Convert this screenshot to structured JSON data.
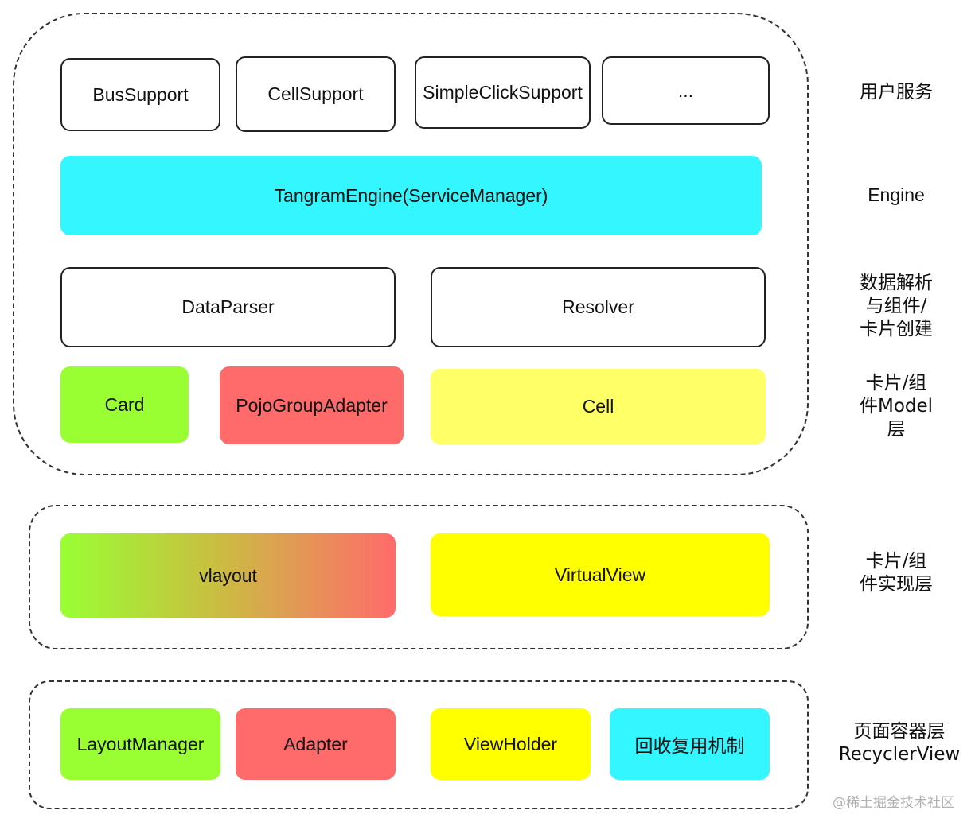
{
  "groups": {
    "tangram": {},
    "implementation": {},
    "container": {}
  },
  "boxes": {
    "bus_support": "BusSupport",
    "cell_support": "CellSupport",
    "simple_click_support": "SimpleClickSupport",
    "more": "...",
    "engine": "TangramEngine(ServiceManager)",
    "data_parser": "DataParser",
    "resolver": "Resolver",
    "card": "Card",
    "pojo_group_adapter": "PojoGroupAdapter",
    "cell": "Cell",
    "vlayout": "vlayout",
    "virtual_view": "VirtualView",
    "layout_manager": "LayoutManager",
    "adapter": "Adapter",
    "view_holder": "ViewHolder",
    "recycle": "回收复用机制"
  },
  "layer_labels": {
    "user_service": [
      "用户服务"
    ],
    "engine": [
      "Engine"
    ],
    "parsing": [
      "数据解析",
      "与组件/",
      "卡片创建"
    ],
    "model": [
      "卡片/组",
      "件Model",
      "层"
    ],
    "implementation": [
      "卡片/组",
      "件实现层"
    ],
    "container": [
      "页面容器层",
      "RecyclerView"
    ]
  },
  "watermark": "@稀土掘金技术社区",
  "colors": {
    "cyan": "#33f6ff",
    "green": "#99ff33",
    "red": "#ff6b6b",
    "light_yellow": "#ffff66",
    "yellow": "#ffff00",
    "border": "#222222"
  }
}
